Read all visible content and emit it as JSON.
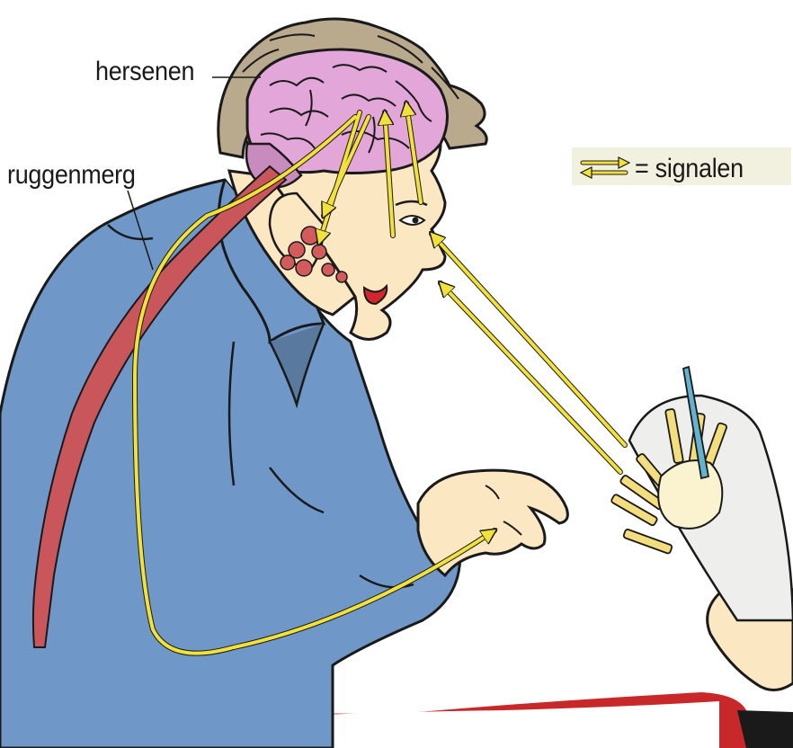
{
  "labels": {
    "brain": "hersenen",
    "spinal_cord": "ruggenmerg"
  },
  "legend": {
    "text": "= signalen",
    "icon": "signal-arrows-icon"
  },
  "colors": {
    "signal": "#f2e13a",
    "brain": "#e3a6d8",
    "spinal_cord": "#c9565a",
    "shirt": "#6f98c9",
    "skin": "#fbe7c2",
    "hair": "#b9aa8e",
    "fries": "#f4dd7c",
    "cone": "#eeeeec"
  }
}
